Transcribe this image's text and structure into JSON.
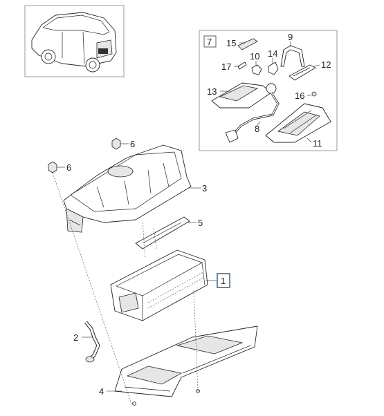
{
  "callouts": {
    "c1": "1",
    "c2": "2",
    "c3": "3",
    "c4": "4",
    "c5": "5",
    "c6a": "6",
    "c6b": "6",
    "c7": "7",
    "c8": "8",
    "c9": "9",
    "c10": "10",
    "c11": "11",
    "c12": "12",
    "c13": "13",
    "c14": "14",
    "c15": "15",
    "c16": "16",
    "c17": "17"
  },
  "highlight_color": "#2d6fb3",
  "line_color": "#222222"
}
